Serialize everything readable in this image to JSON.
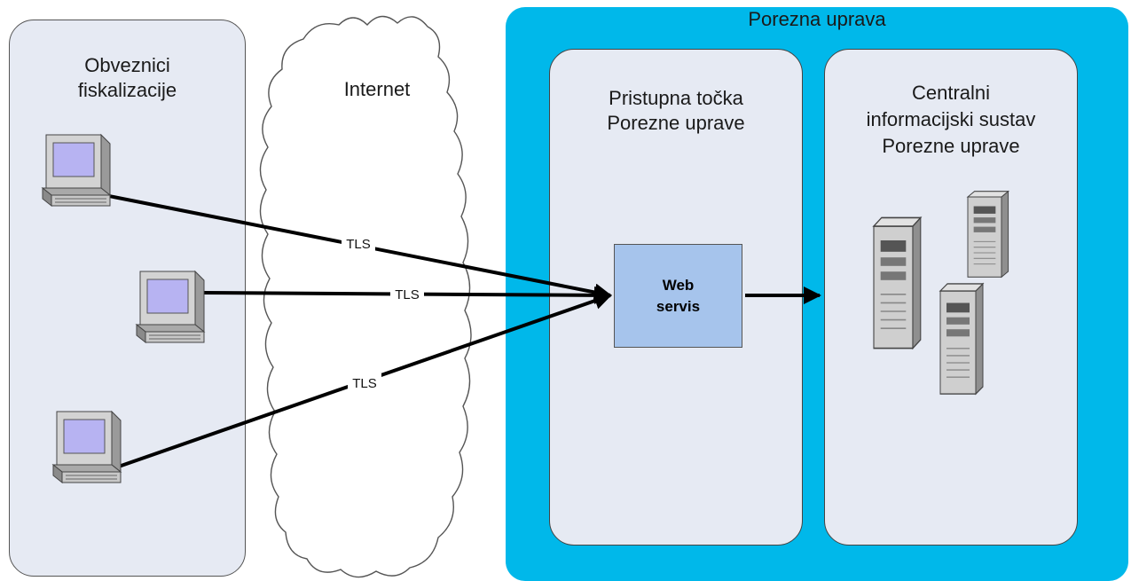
{
  "left_panel": {
    "title": "Obveznici\nfiskalizacije"
  },
  "cloud": {
    "label": "Internet"
  },
  "zone": {
    "title": "Porezna uprava"
  },
  "access_point": {
    "title": "Pristupna točka\nPorezne uprave"
  },
  "web_service": {
    "label": "Web\nservis"
  },
  "central": {
    "title": "Centralni\ninformacijski sustav\nPorezne uprave"
  },
  "connections": [
    {
      "label": "TLS"
    },
    {
      "label": "TLS"
    },
    {
      "label": "TLS"
    }
  ],
  "icons": {
    "clients": [
      "computer-icon",
      "computer-icon",
      "computer-icon"
    ],
    "servers": [
      "server-tower-icon",
      "server-tower-icon",
      "server-tower-icon"
    ]
  },
  "colors": {
    "zone": "#00b8ea",
    "panel": "#e6eaf3",
    "web_service": "#a6c4ec",
    "screen": "#b7b3f2"
  }
}
